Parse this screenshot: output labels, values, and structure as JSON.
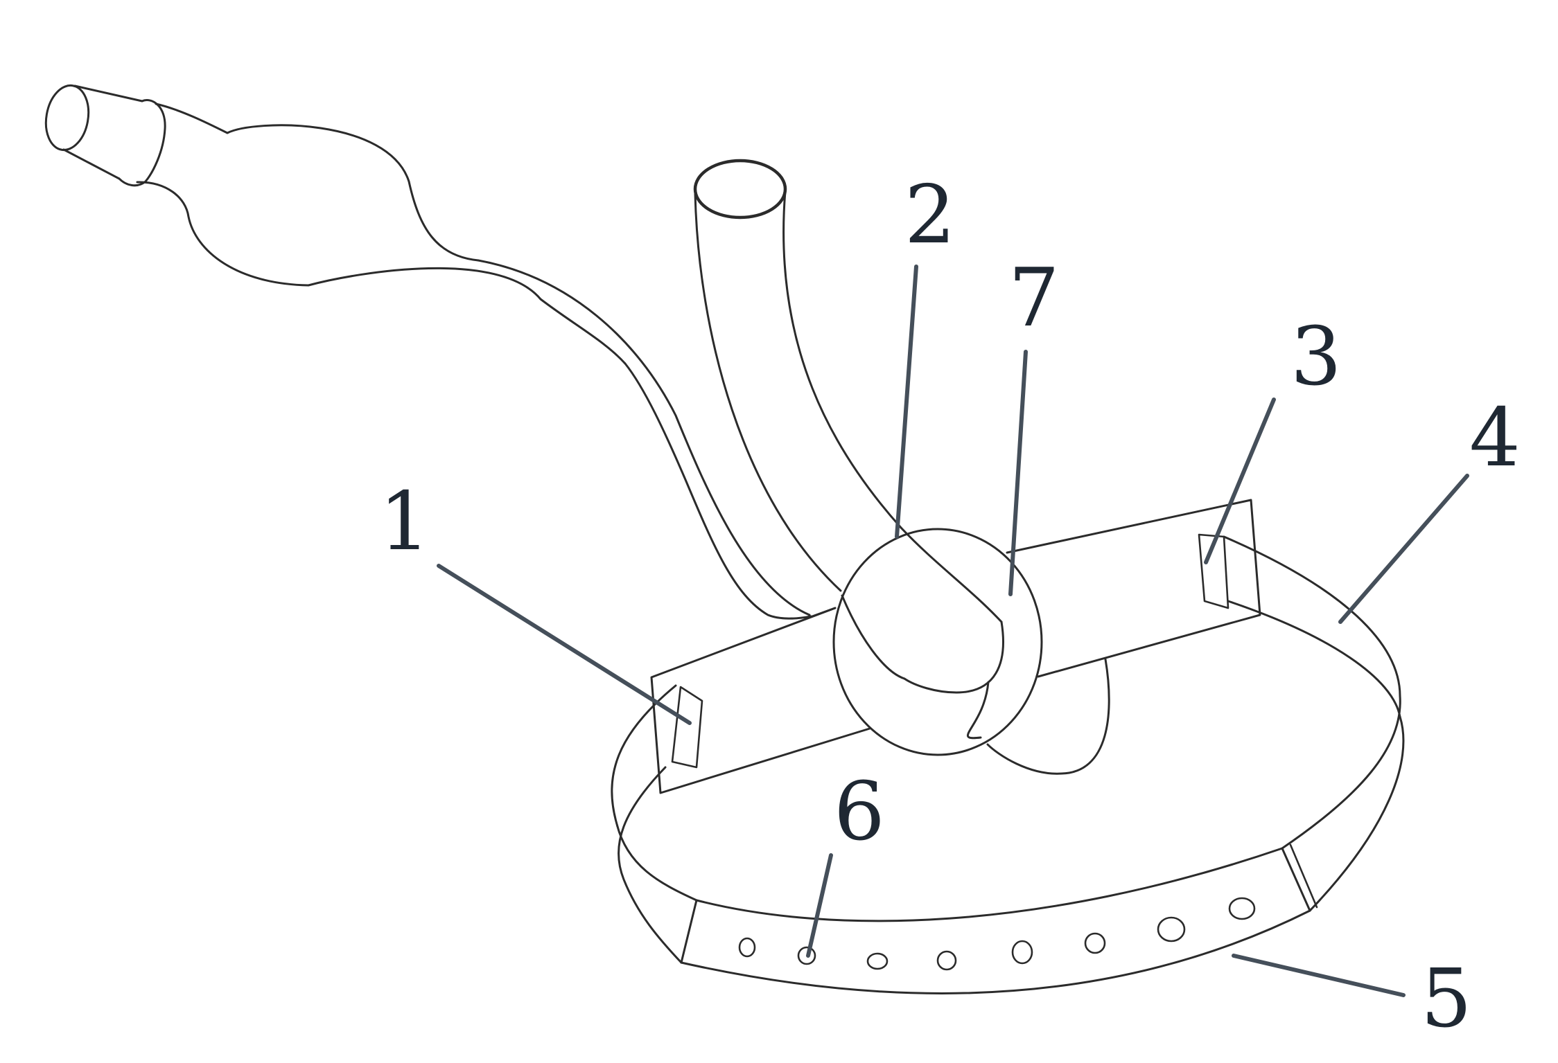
{
  "callouts": [
    {
      "id": "1",
      "label": "1"
    },
    {
      "id": "2",
      "label": "2"
    },
    {
      "id": "3",
      "label": "3"
    },
    {
      "id": "4",
      "label": "4"
    },
    {
      "id": "5",
      "label": "5"
    },
    {
      "id": "6",
      "label": "6"
    },
    {
      "id": "7",
      "label": "7"
    }
  ],
  "colors": {
    "stroke": "#2b2b2b",
    "leader": "#454f5a",
    "label": "#1f2833",
    "background": "#ffffff"
  }
}
